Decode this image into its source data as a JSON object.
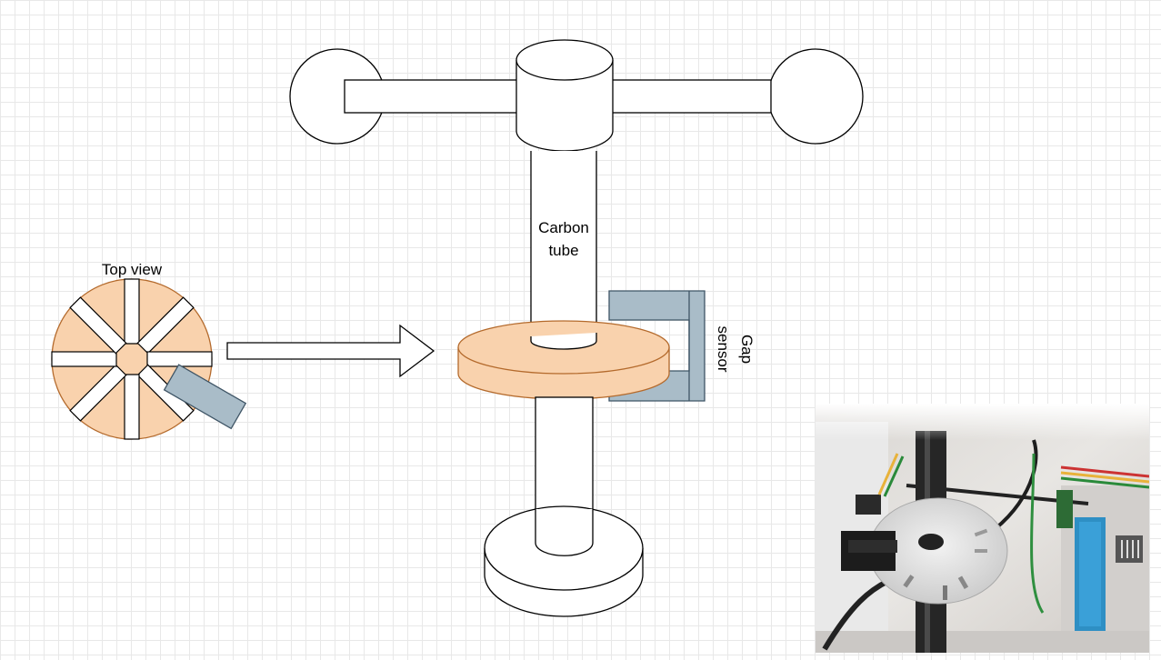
{
  "labels": {
    "top_view": "Top view",
    "carbon_tube_line1": "Carbon",
    "carbon_tube_line2": "tube",
    "gap_sensor_line1": "Gap",
    "gap_sensor_line2": "sensor"
  },
  "colors": {
    "disc_fill": "#f9d2ad",
    "disc_stroke": "#b46a2c",
    "sensor_fill": "#a9bcc8",
    "sensor_stroke": "#3f5566",
    "outline": "#000000"
  }
}
